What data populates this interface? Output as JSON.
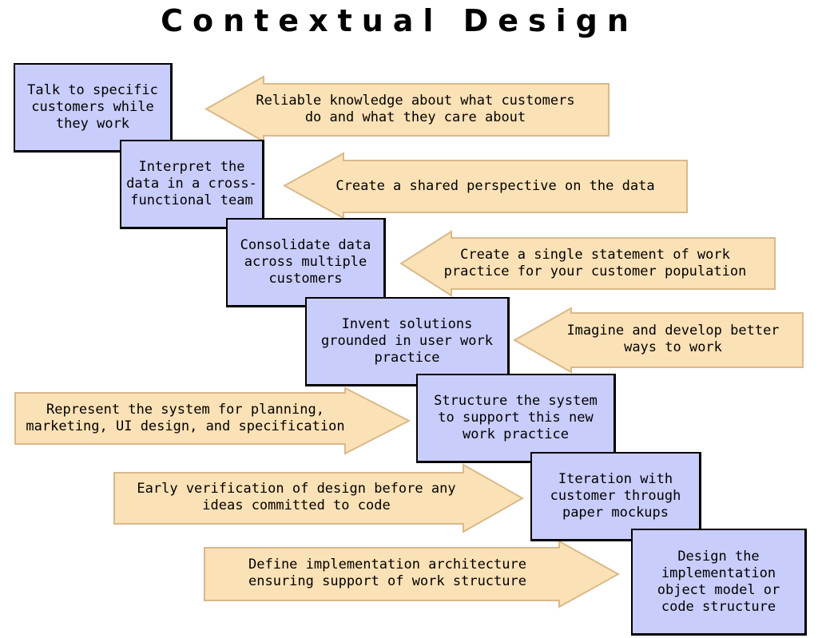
{
  "title": "Contextual Design",
  "colors": {
    "box_fill": "#c9cdfb",
    "arrow_fill": "#fbe1b6",
    "arrow_shadow": "#d9b98a",
    "border": "#000000"
  },
  "steps": [
    {
      "label": "Talk to specific\ncustomers while\nthey work"
    },
    {
      "label": "Interpret  the\ndata in a cross-\nfunctional team"
    },
    {
      "label": "Consolidate data\nacross multiple\ncustomers"
    },
    {
      "label": "Invent solutions\ngrounded in user work\npractice"
    },
    {
      "label": "Structure the system\nto support this new\nwork practice"
    },
    {
      "label": "Iteration with\ncustomer through\npaper mockups"
    },
    {
      "label": "Design the\nimplementation\nobject model or\ncode structure"
    }
  ],
  "arrows": [
    {
      "label": "Reliable knowledge about what customers\ndo and what they care about",
      "direction": "left"
    },
    {
      "label": "Create a shared perspective on the data",
      "direction": "left"
    },
    {
      "label": "Create a single statement of work\npractice for your customer population",
      "direction": "left"
    },
    {
      "label": "Imagine and develop better\nways to work",
      "direction": "left"
    },
    {
      "label": "Represent the system for planning,\nmarketing, UI design, and specification",
      "direction": "right"
    },
    {
      "label": "Early verification of design before any\nideas committed to code",
      "direction": "right"
    },
    {
      "label": "Define implementation architecture\nensuring support of work structure",
      "direction": "right"
    }
  ]
}
